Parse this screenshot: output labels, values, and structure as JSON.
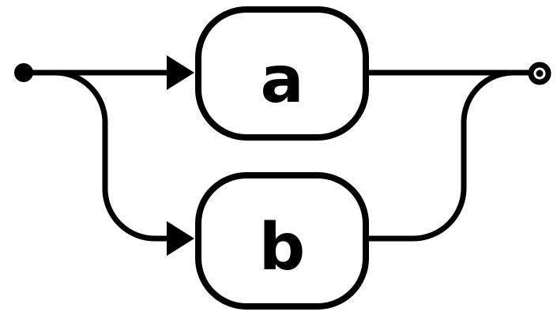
{
  "diagram": {
    "type": "railroad",
    "description": "Syntax diagram showing an alternation between two terminals",
    "nodes": [
      {
        "label": "a"
      },
      {
        "label": "b"
      }
    ],
    "colors": {
      "ink": "#000000",
      "background": "#ffffff"
    }
  }
}
